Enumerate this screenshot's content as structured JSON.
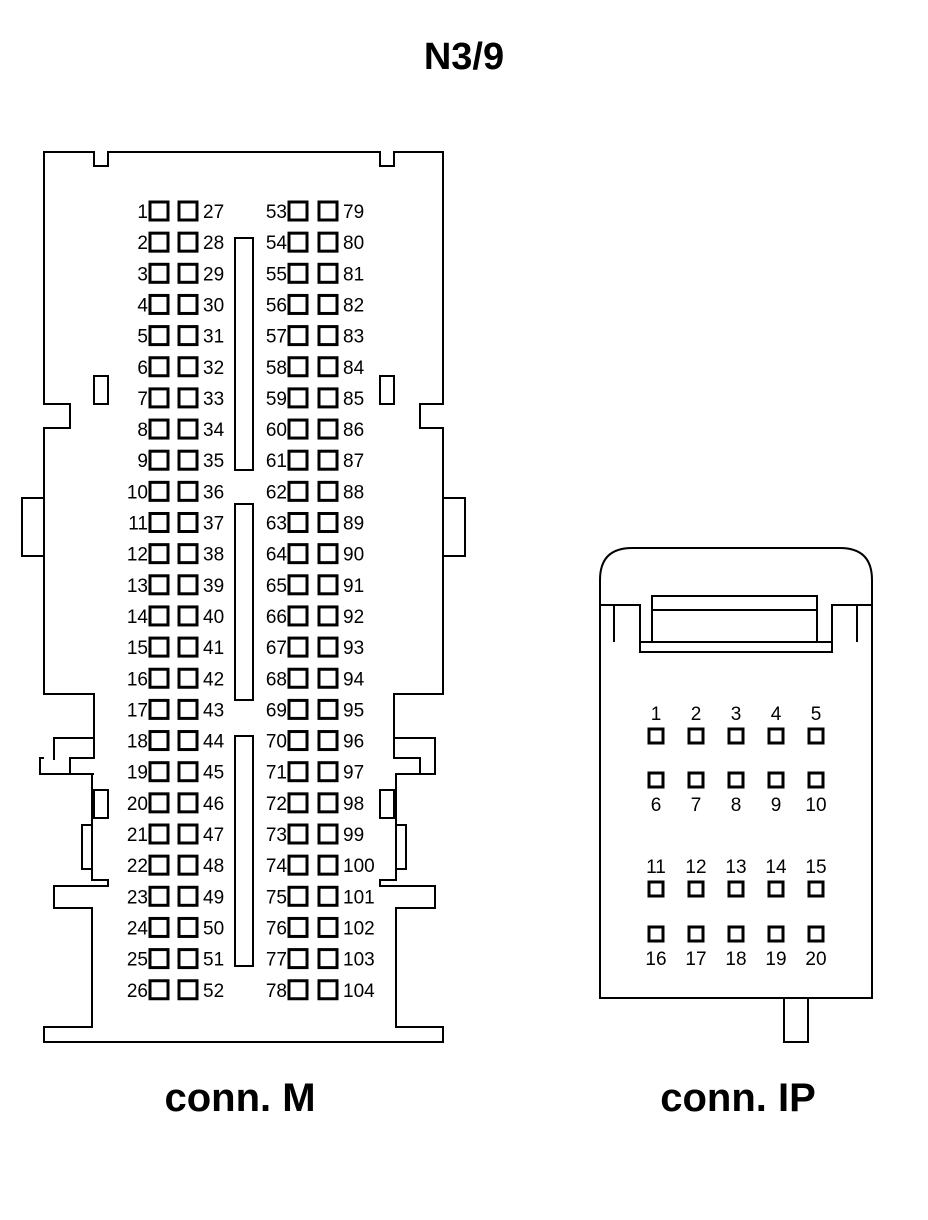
{
  "title": "N3/9",
  "connectors": {
    "m": {
      "label": "conn. M",
      "pins": [
        "1",
        "2",
        "3",
        "4",
        "5",
        "6",
        "7",
        "8",
        "9",
        "10",
        "11",
        "12",
        "13",
        "14",
        "15",
        "16",
        "17",
        "18",
        "19",
        "20",
        "21",
        "22",
        "23",
        "24",
        "25",
        "26",
        "27",
        "28",
        "29",
        "30",
        "31",
        "32",
        "33",
        "34",
        "35",
        "36",
        "37",
        "38",
        "39",
        "40",
        "41",
        "42",
        "43",
        "44",
        "45",
        "46",
        "47",
        "48",
        "49",
        "50",
        "51",
        "52",
        "53",
        "54",
        "55",
        "56",
        "57",
        "58",
        "59",
        "60",
        "61",
        "62",
        "63",
        "64",
        "65",
        "66",
        "67",
        "68",
        "69",
        "70",
        "71",
        "72",
        "73",
        "74",
        "75",
        "76",
        "77",
        "78",
        "79",
        "80",
        "81",
        "82",
        "83",
        "84",
        "85",
        "86",
        "87",
        "88",
        "89",
        "90",
        "91",
        "92",
        "93",
        "94",
        "95",
        "96",
        "97",
        "98",
        "99",
        "100",
        "101",
        "102",
        "103",
        "104"
      ]
    },
    "ip": {
      "label": "conn. IP",
      "pins": [
        "1",
        "2",
        "3",
        "4",
        "5",
        "6",
        "7",
        "8",
        "9",
        "10",
        "11",
        "12",
        "13",
        "14",
        "15",
        "16",
        "17",
        "18",
        "19",
        "20"
      ]
    }
  }
}
